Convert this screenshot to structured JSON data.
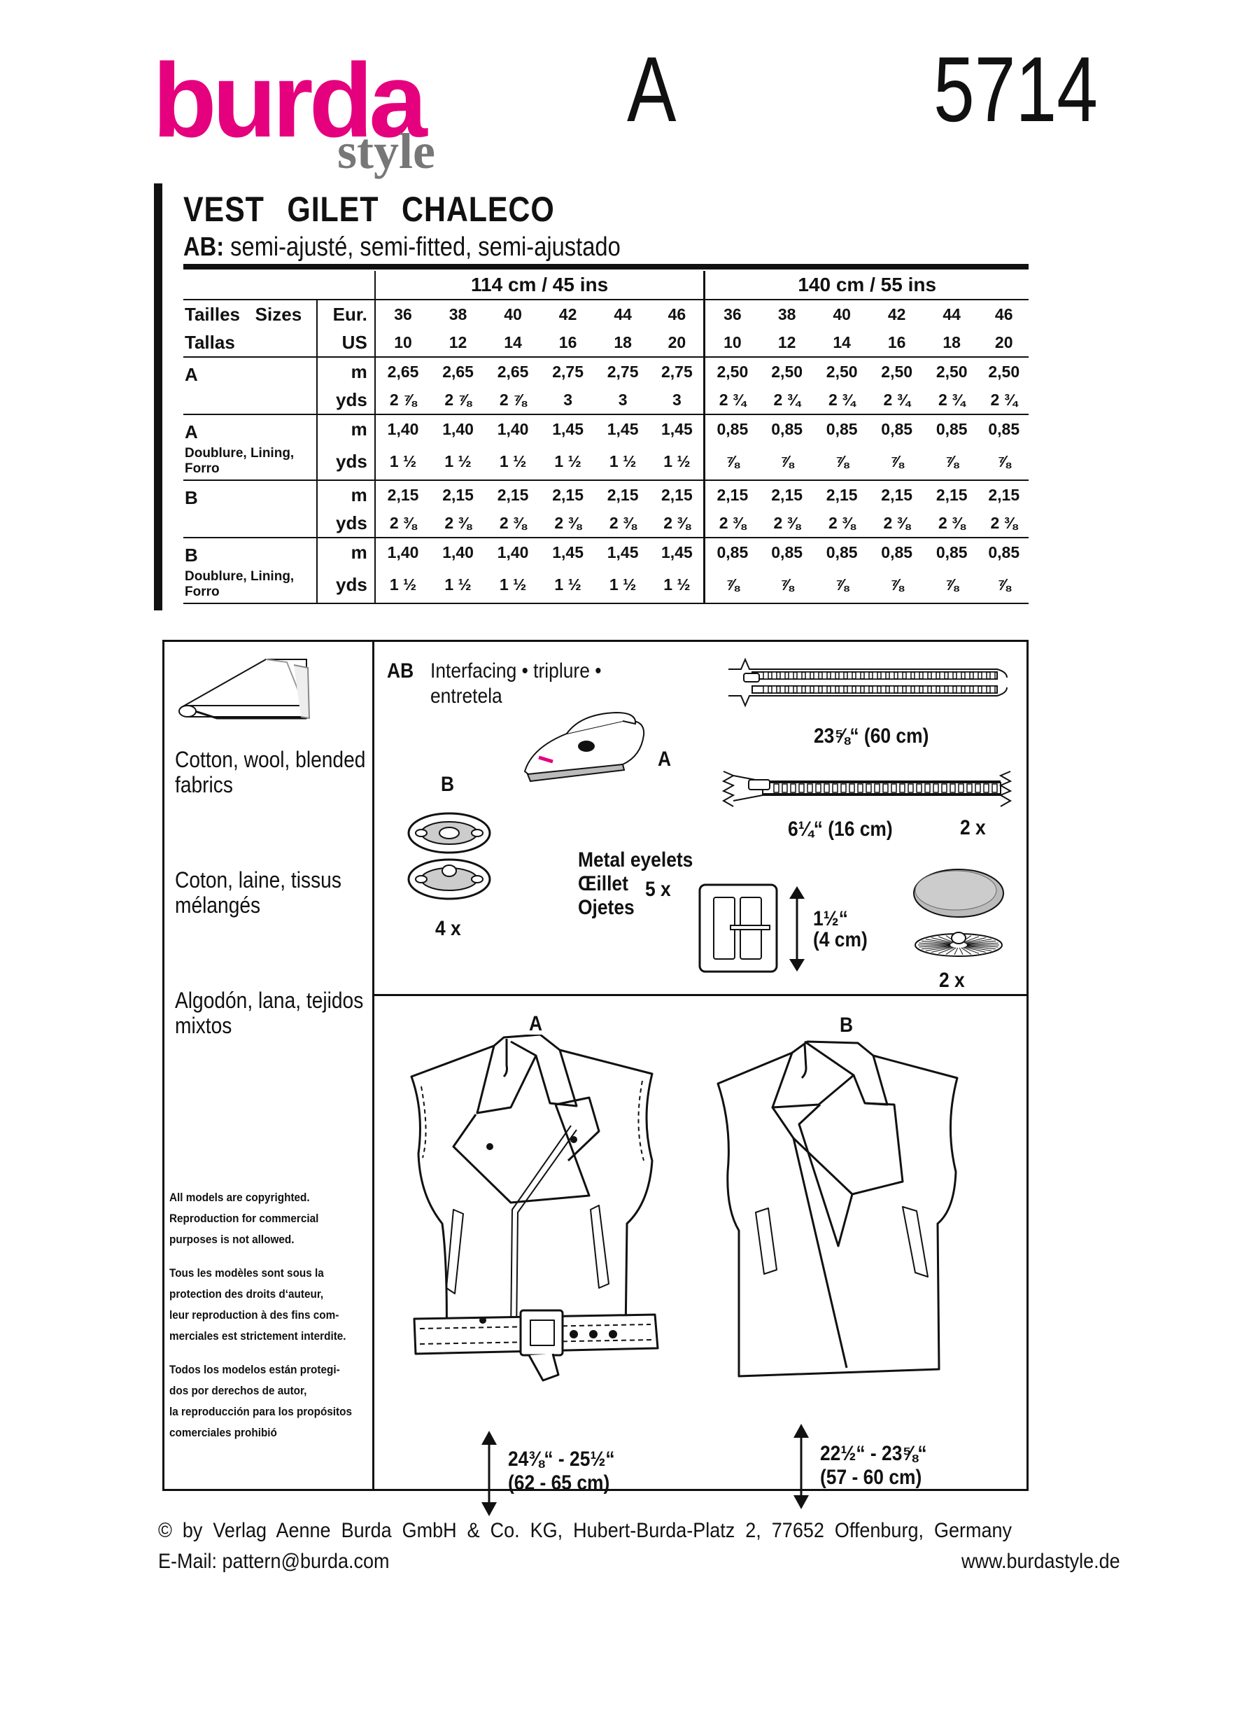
{
  "header": {
    "logo_main": "burda",
    "logo_sub": "style",
    "variant": "A",
    "pattern_number": "5714"
  },
  "title": {
    "words": [
      "VEST",
      "GILET",
      "CHALECO"
    ],
    "fit_label": "AB:",
    "fit_text": "semi-ajusté, semi-fitted, semi-ajustado"
  },
  "yardage": {
    "width_1": "114 cm / 45 ins",
    "width_2": "140 cm / 55 ins",
    "size_label_1": "Tailles   Sizes",
    "size_label_2": "Tallas",
    "eur_label": "Eur.",
    "us_label": "US",
    "eur_sizes": [
      "36",
      "38",
      "40",
      "42",
      "44",
      "46",
      "36",
      "38",
      "40",
      "42",
      "44",
      "46"
    ],
    "us_sizes": [
      "10",
      "12",
      "14",
      "16",
      "18",
      "20",
      "10",
      "12",
      "14",
      "16",
      "18",
      "20"
    ],
    "rows": [
      {
        "label": "A",
        "sub": "",
        "m": [
          "2,65",
          "2,65",
          "2,65",
          "2,75",
          "2,75",
          "2,75",
          "2,50",
          "2,50",
          "2,50",
          "2,50",
          "2,50",
          "2,50"
        ],
        "yds": [
          "2 ⅞",
          "2 ⅞",
          "2 ⅞",
          "3",
          "3",
          "3",
          "2 ¾",
          "2 ¾",
          "2 ¾",
          "2 ¾",
          "2 ¾",
          "2 ¾"
        ]
      },
      {
        "label": "A",
        "sub": "Doublure, Lining,",
        "sub2": "Forro",
        "m": [
          "1,40",
          "1,40",
          "1,40",
          "1,45",
          "1,45",
          "1,45",
          "0,85",
          "0,85",
          "0,85",
          "0,85",
          "0,85",
          "0,85"
        ],
        "yds": [
          "1 ½",
          "1 ½",
          "1 ½",
          "1 ½",
          "1 ½",
          "1 ½",
          "⅞",
          "⅞",
          "⅞",
          "⅞",
          "⅞",
          "⅞"
        ]
      },
      {
        "label": "B",
        "sub": "",
        "m": [
          "2,15",
          "2,15",
          "2,15",
          "2,15",
          "2,15",
          "2,15",
          "2,15",
          "2,15",
          "2,15",
          "2,15",
          "2,15",
          "2,15"
        ],
        "yds": [
          "2 ⅜",
          "2 ⅜",
          "2 ⅜",
          "2 ⅜",
          "2 ⅜",
          "2 ⅜",
          "2 ⅜",
          "2 ⅜",
          "2 ⅜",
          "2 ⅜",
          "2 ⅜",
          "2 ⅜"
        ]
      },
      {
        "label": "B",
        "sub": "Doublure, Lining,",
        "sub2": "Forro",
        "m": [
          "1,40",
          "1,40",
          "1,40",
          "1,45",
          "1,45",
          "1,45",
          "0,85",
          "0,85",
          "0,85",
          "0,85",
          "0,85",
          "0,85"
        ],
        "yds": [
          "1 ½",
          "1 ½",
          "1 ½",
          "1 ½",
          "1 ½",
          "1 ½",
          "⅞",
          "⅞",
          "⅞",
          "⅞",
          "⅞",
          "⅞"
        ]
      }
    ],
    "m_unit": "m",
    "yds_unit": "yds"
  },
  "fabrics": {
    "en_1": "Cotton, wool, blended",
    "en_2": "fabrics",
    "fr_1": "Coton, laine, tissus",
    "fr_2": "mélangés",
    "es_1": "Algodón, lana, tejidos",
    "es_2": "mixtos"
  },
  "copyright_notice": [
    "All models are copyrighted.",
    "Reproduction for commercial",
    "purposes is not allowed.",
    "",
    "Tous les modèles sont sous la",
    "protection des droits d‘auteur,",
    "leur reproduction à des fins com-",
    "merciales est strictement interdite.",
    "",
    "Todos los modelos están protegi-",
    "dos por derechos de autor,",
    "la reproducción para los propósitos",
    "comerciales prohibió"
  ],
  "notions": {
    "interfacing_variant": "AB",
    "interfacing_1": "Interfacing • triplure •",
    "interfacing_2": "entretela",
    "zip_long": "23⅝“  (60 cm)",
    "variant_a": "A",
    "zip_short": "6¼“ (16 cm)",
    "zip_short_qty": "2 x",
    "variant_b": "B",
    "snaps_qty": "4 x",
    "eyelets_1": "Metal eyelets",
    "eyelets_2": "Œillet",
    "eyelets_qty": "5 x",
    "eyelets_3": "Ojetes",
    "buckle_size_1": "1½“",
    "buckle_size_2": "(4 cm)",
    "buttons_qty": "2 x"
  },
  "views": {
    "a_label": "A",
    "b_label": "B",
    "a_length_1": "24⅜“ - 25½“",
    "a_length_2": "(62 - 65 cm)",
    "b_length_1": "22½“ - 23⅝“",
    "b_length_2": "(57 - 60 cm)"
  },
  "footer": {
    "copyright": "©  by  Verlag  Aenne  Burda  GmbH  &  Co.  KG,  Hubert-Burda-Platz  2,  77652  Offenburg,  Germany",
    "email": "E-Mail: pattern@burda.com",
    "website": "www.burdastyle.de"
  }
}
